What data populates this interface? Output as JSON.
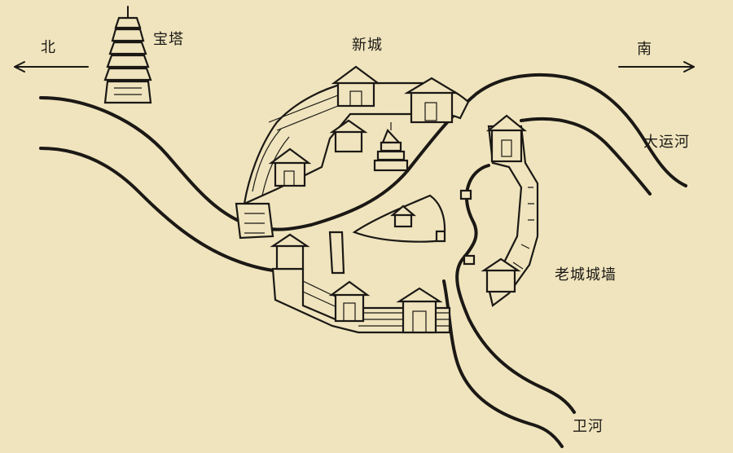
{
  "labels": {
    "north": "北",
    "south": "南",
    "pagoda": "宝塔",
    "new_city": "新城",
    "grand_canal": "大运河",
    "old_city_wall": "老城城墙",
    "wei_river": "卫河"
  },
  "colors": {
    "paper": "#efe4bd",
    "ink": "#1b1815"
  }
}
